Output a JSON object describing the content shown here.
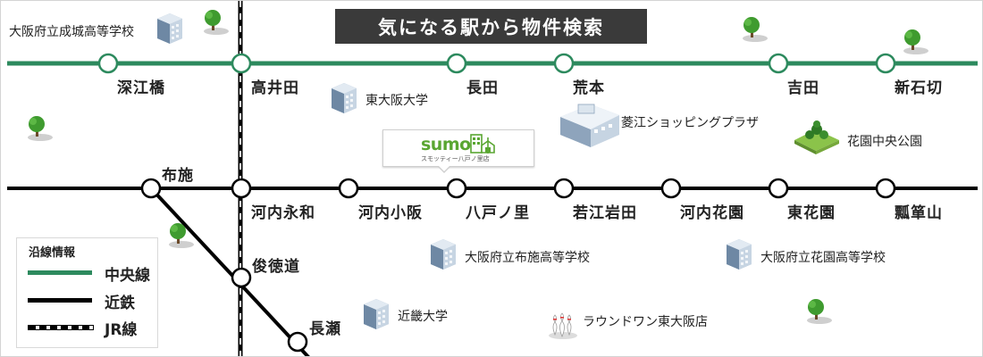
{
  "title": "気になる駅から物件検索",
  "colors": {
    "chuo_line": "#2d8a5e",
    "kintetsu": "#000000",
    "jr": "#000000"
  },
  "lines": {
    "chuo": {
      "name": "中央線",
      "stations": [
        "深江橋",
        "高井田",
        "長田",
        "荒本",
        "吉田",
        "新石切"
      ]
    },
    "kintetsu": {
      "name": "近鉄",
      "stations": [
        "布施",
        "河内永和",
        "河内小阪",
        "八戸ノ里",
        "若江岩田",
        "河内花園",
        "東花園",
        "瓢箪山",
        "俊徳道",
        "長瀬"
      ]
    },
    "jr": {
      "name": "JR線"
    }
  },
  "landmarks": {
    "narujo_hs": "大阪府立成城高等学校",
    "higashiosaka_univ": "東大阪大学",
    "hishie_plaza": "菱江ショッピングプラザ",
    "hanazono_park": "花園中央公園",
    "fuse_hs": "大阪府立布施高等学校",
    "hanazono_hs": "大阪府立花園高等学校",
    "kinki_univ": "近畿大学",
    "round1": "ラウンドワン東大阪店"
  },
  "store": {
    "brand": "sumo",
    "tagline": "スモッティー八戸ノ里店"
  },
  "legend": {
    "title": "沿線情報",
    "items": [
      "中央線",
      "近鉄",
      "JR線"
    ]
  },
  "icons": {
    "building": "office-building-icon",
    "tree": "tree-icon",
    "park": "park-icon",
    "mall": "shopping-mall-icon",
    "bowling": "bowling-pins-icon"
  }
}
